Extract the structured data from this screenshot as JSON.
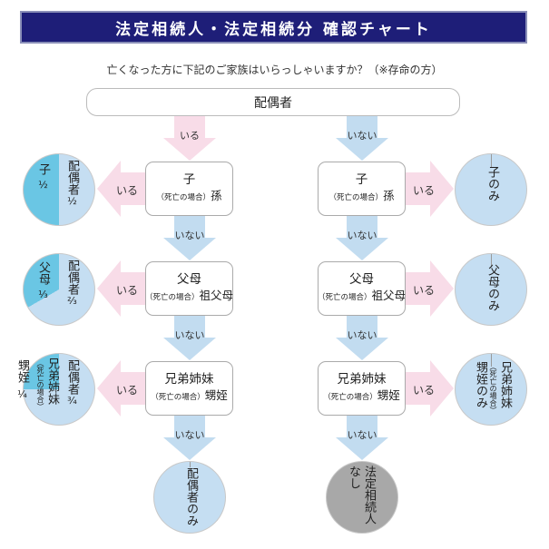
{
  "title": "法定相続人・法定相続分 確認チャート",
  "question": "亡くなった方に下記のご家族はいらっしゃいますか？（※存命の方）",
  "root": {
    "label": "配偶者"
  },
  "arrows": {
    "yes": "いる",
    "no": "いない"
  },
  "colors": {
    "banner": "#1e1e78",
    "pink_arrow": "#f8dce8",
    "blue_arrow": "#c2dcf0",
    "circle_light": "#c5def2",
    "circle_dark": "#6ac6e4",
    "circle_none": "#a8a8a8"
  },
  "levels": [
    {
      "main": "子",
      "sub_note": "（死亡の場合）",
      "sub": "孫",
      "left_result": {
        "heir": "子",
        "heir_share": "½",
        "spouse": "配偶者",
        "spouse_share": "½"
      },
      "right_result": {
        "label": "子のみ"
      }
    },
    {
      "main": "父母",
      "sub_note": "（死亡の場合）",
      "sub": "祖父母",
      "left_result": {
        "heir": "父母",
        "heir_share": "⅓",
        "spouse": "配偶者",
        "spouse_share": "⅔"
      },
      "right_result": {
        "label": "父母のみ"
      }
    },
    {
      "main": "兄弟姉妹",
      "sub_note": "（死亡の場合）",
      "sub": "甥姪",
      "left_result": {
        "heir": "兄弟姉妹",
        "heir_note": "（死亡の場合）",
        "heir_sub": "甥姪",
        "heir_share": "¼",
        "spouse": "配偶者",
        "spouse_share": "¾"
      },
      "right_result": {
        "label_main": "兄弟姉妹",
        "label_note": "（死亡の場合）",
        "label_sub": "甥姪のみ"
      }
    }
  ],
  "final": {
    "left": "配偶者のみ",
    "right_main": "法定相続人",
    "right_sub": "なし"
  }
}
